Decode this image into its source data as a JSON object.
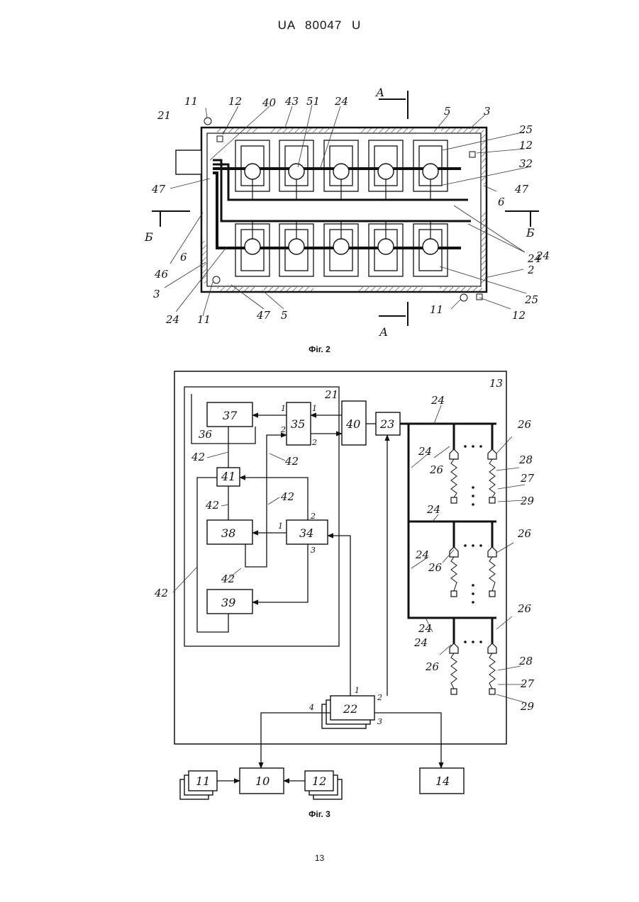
{
  "header": {
    "patent_number": "UA   80047   U"
  },
  "figure2": {
    "caption": "Фіг. 2",
    "section_marks": {
      "a_top": "А",
      "a_bottom": "А",
      "b_left": "Б",
      "b_right": "Б"
    },
    "labels": [
      "11",
      "12",
      "40",
      "43",
      "51",
      "24",
      "5",
      "3",
      "25",
      "12",
      "32",
      "21",
      "47",
      "47",
      "6",
      "24",
      "24",
      "2",
      "25",
      "12",
      "11",
      "5",
      "47",
      "11",
      "24",
      "3",
      "6",
      "46"
    ]
  },
  "figure3": {
    "caption": "Фіг. 3",
    "blocks": [
      "37",
      "35",
      "40",
      "23",
      "41",
      "38",
      "34",
      "39",
      "22",
      "10",
      "11",
      "12",
      "14"
    ],
    "labels": [
      "13",
      "21",
      "36",
      "42",
      "42",
      "42",
      "42",
      "42",
      "42",
      "24",
      "24",
      "24",
      "24",
      "24",
      "24",
      "26",
      "26",
      "26",
      "26",
      "26",
      "26",
      "28",
      "27",
      "29",
      "28",
      "27",
      "29"
    ],
    "port_numbers": {
      "p35_1": "1",
      "p35_2": "2",
      "p40_2": "2",
      "p35_in1": "1",
      "p34_1": "1",
      "p34_2": "2",
      "p34_3": "3",
      "p22_1": "1",
      "p22_2": "2",
      "p22_3": "3",
      "p22_4": "4"
    }
  },
  "page_number": "13"
}
